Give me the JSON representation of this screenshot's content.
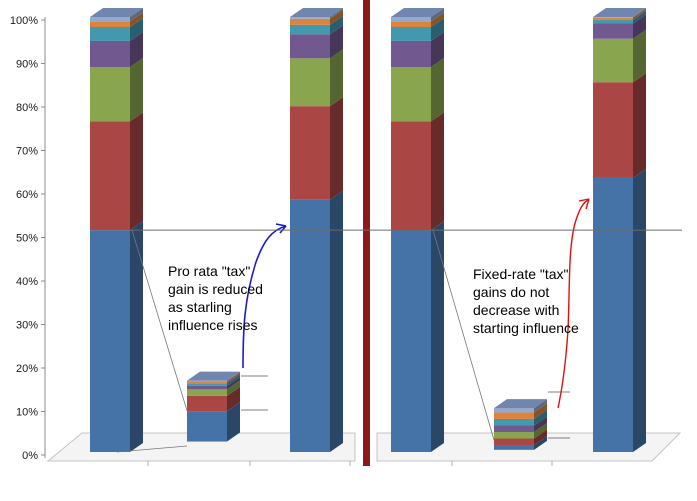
{
  "chart_data": {
    "type": "bar",
    "stacked": true,
    "style": "3d-column",
    "ylim": [
      0,
      100
    ],
    "y_ticks": [
      "0%",
      "10%",
      "20%",
      "30%",
      "40%",
      "50%",
      "60%",
      "70%",
      "80%",
      "90%",
      "100%"
    ],
    "grid": false,
    "reference_line": 51,
    "colors": [
      "#4572A7",
      "#AA4643",
      "#89A54E",
      "#71588F",
      "#4198AF",
      "#DB843D",
      "#93A9CF",
      "#5A6B8C"
    ],
    "bars": [
      {
        "id": "a",
        "values": [
          51,
          25,
          12.5,
          6,
          3.2,
          1.3,
          1
        ]
      },
      {
        "id": "b",
        "values": [
          7.0,
          3.5,
          1.5,
          0.8,
          0.6,
          0.4,
          0.2
        ],
        "base": 2.4
      },
      {
        "id": "c",
        "values": [
          58,
          21.5,
          11,
          5.5,
          2.2,
          1.4,
          0.4
        ]
      },
      {
        "id": "d",
        "values": [
          51,
          25,
          12.5,
          6,
          3.2,
          1.3,
          1
        ]
      },
      {
        "id": "e",
        "values": [
          1.1,
          1.5,
          1.5,
          1.5,
          1.5,
          1.5,
          1.0
        ],
        "base": 0.5
      },
      {
        "id": "f",
        "values": [
          63,
          22,
          10,
          3.5,
          0.8,
          0.5,
          0.2
        ]
      }
    ],
    "annotations": [
      "Pro rata \"tax\" gain is reduced as starling influence rises",
      "Fixed-rate \"tax\" gains do not decrease with starting influence"
    ]
  }
}
